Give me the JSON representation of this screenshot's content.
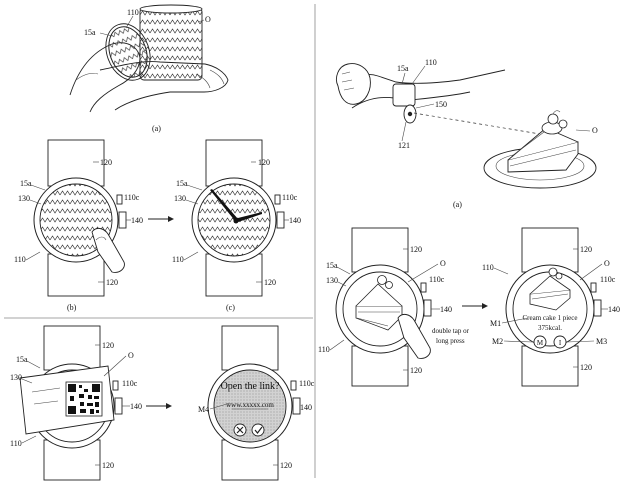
{
  "captions": {
    "a_left": "(a)",
    "b": "(b)",
    "c": "(c)",
    "a_right": "(a)"
  },
  "ref_labels": {
    "l110": "110",
    "l15a": "15a",
    "l0": "O",
    "l120": "120",
    "l130": "130",
    "l110c": "110c",
    "l140": "140",
    "l150": "150",
    "l121": "121",
    "m1": "M1",
    "m2": "M2",
    "m3": "M3",
    "m4": "M4"
  },
  "screen_text": {
    "double_tap_line1": "double tap or",
    "double_tap_line2": "long press",
    "food_line": "Cream cake 1 piece",
    "kcal": "375kcal.",
    "btn_m": "M",
    "btn_i": "I",
    "prompt": "Open the link?",
    "url": "www.xxxxx.com"
  },
  "icons": [
    "arrow-right-icon",
    "qr-code-icon",
    "cancel-x-icon",
    "confirm-check-icon",
    "cake-icon",
    "hand-icon"
  ],
  "colors": {
    "line": "#222222",
    "screen_gray": "#bdbdbd",
    "background": "#ffffff"
  }
}
